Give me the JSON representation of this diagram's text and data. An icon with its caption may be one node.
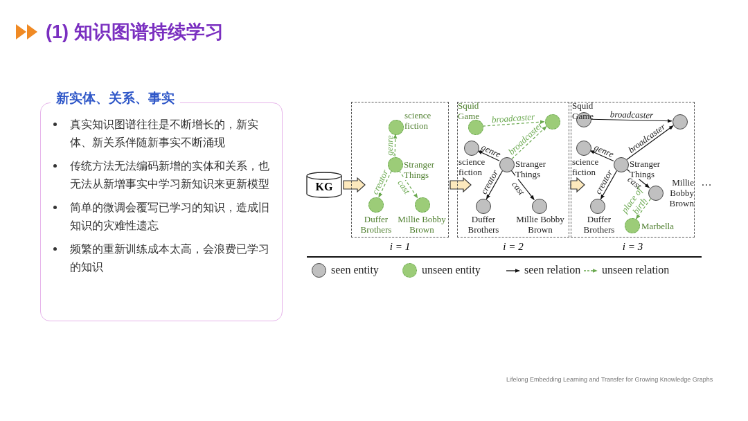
{
  "diagram": {
    "title": "(1) 知识图谱持续学习",
    "nodes": [
      {
        "text": [
          "新实体、关系、事实",
          "真实知识图谱往往是不断增长的，新实体、新关系伴随新事实不断涌现",
          "传统方法无法编码新增的实体和关系，也无法从新增事实中学习新知识来更新模型",
          "简单的微调会覆写已学习的知识，造成旧知识的灾难性遗忘",
          "频繁的重新训练成本太高，会浪费已学习的知识"
        ]
      },
      {
        "text": [
          "KG"
        ]
      },
      {
        "text": [],
        "shape": "box",
        "beside": [
          "i = 1"
        ]
      },
      {
        "text": [],
        "shape": "box",
        "beside": [
          "i = 2"
        ]
      },
      {
        "text": [],
        "shape": "box",
        "beside": [
          "i = 3"
        ]
      },
      {
        "text": [
          "science fiction"
        ],
        "in": 2
      },
      {
        "text": [
          "Stranger Things"
        ],
        "in": 2
      },
      {
        "text": [
          "Duffer Brothers"
        ],
        "in": 2
      },
      {
        "text": [
          "Millie Bobby Brown"
        ],
        "in": 2
      },
      {
        "text": [
          "Squid Game"
        ],
        "in": 3
      },
      {
        "text": [],
        "shape": "circle",
        "in": 3
      },
      {
        "text": [
          "science fiction"
        ],
        "in": 3
      },
      {
        "text": [
          "Stranger Things"
        ],
        "in": 3
      },
      {
        "text": [
          "Duffer Brothers"
        ],
        "in": 3
      },
      {
        "text": [
          "Millie Bobby Brown"
        ],
        "in": 3
      },
      {
        "text": [
          "Squid Game"
        ],
        "in": 4
      },
      {
        "text": [],
        "shape": "circle",
        "in": 4
      },
      {
        "text": [
          "science fiction"
        ],
        "in": 4
      },
      {
        "text": [
          "Stranger Things"
        ],
        "in": 4
      },
      {
        "text": [
          "Millie Bobby Brown"
        ],
        "in": 4
      },
      {
        "text": [
          "Duffer Brothers"
        ],
        "in": 4
      },
      {
        "text": [
          "Marbella"
        ],
        "in": 4
      }
    ],
    "edges": [
      {
        "from": 1,
        "to": 2,
        "arrow": "to",
        "style": "thick"
      },
      {
        "from": 2,
        "to": 3,
        "arrow": "to",
        "style": "thick"
      },
      {
        "from": 3,
        "to": 4,
        "arrow": "to",
        "style": "thick"
      },
      {
        "from": 6,
        "to": 5,
        "arrow": "to",
        "label": "genre",
        "style": "dashed",
        "color": "#6aa84f"
      },
      {
        "from": 6,
        "to": 7,
        "arrow": "to",
        "label": "creator",
        "style": "dashed",
        "color": "#6aa84f"
      },
      {
        "from": 6,
        "to": 8,
        "arrow": "to",
        "label": "cast",
        "style": "dashed",
        "color": "#6aa84f"
      },
      {
        "from": 9,
        "to": 10,
        "arrow": "to",
        "label": "broadcaster",
        "style": "dashed",
        "color": "#6aa84f"
      },
      {
        "from": 12,
        "to": 10,
        "arrow": "to",
        "label": "broadcaster",
        "style": "dashed",
        "color": "#6aa84f"
      },
      {
        "from": 12,
        "to": 11,
        "arrow": "to",
        "label": "genre"
      },
      {
        "from": 12,
        "to": 13,
        "arrow": "to",
        "label": "creator"
      },
      {
        "from": 12,
        "to": 14,
        "arrow": "to",
        "label": "cast"
      },
      {
        "from": 15,
        "to": 16,
        "arrow": "to",
        "label": "broadcaster"
      },
      {
        "from": 18,
        "to": 16,
        "arrow": "to",
        "label": "broadcaster"
      },
      {
        "from": 18,
        "to": 17,
        "arrow": "to",
        "label": "genre"
      },
      {
        "from": 18,
        "to": 20,
        "arrow": "to",
        "label": "creator"
      },
      {
        "from": 18,
        "to": 19,
        "arrow": "to",
        "label": "cast"
      },
      {
        "from": 19,
        "to": 21,
        "arrow": "to",
        "label": "place of birth",
        "style": "dashed",
        "color": "#6aa84f"
      }
    ],
    "labels": [
      "…",
      "Lifelong Embedding Learning and Transfer for Growing Knowledge Graphs"
    ],
    "legend": [
      {
        "text": "seen entity",
        "color": "#c0c0c0"
      },
      {
        "text": "unseen entity",
        "color": "#9ccc78"
      },
      {
        "text": "seen relation"
      },
      {
        "text": "unseen relation"
      }
    ]
  }
}
